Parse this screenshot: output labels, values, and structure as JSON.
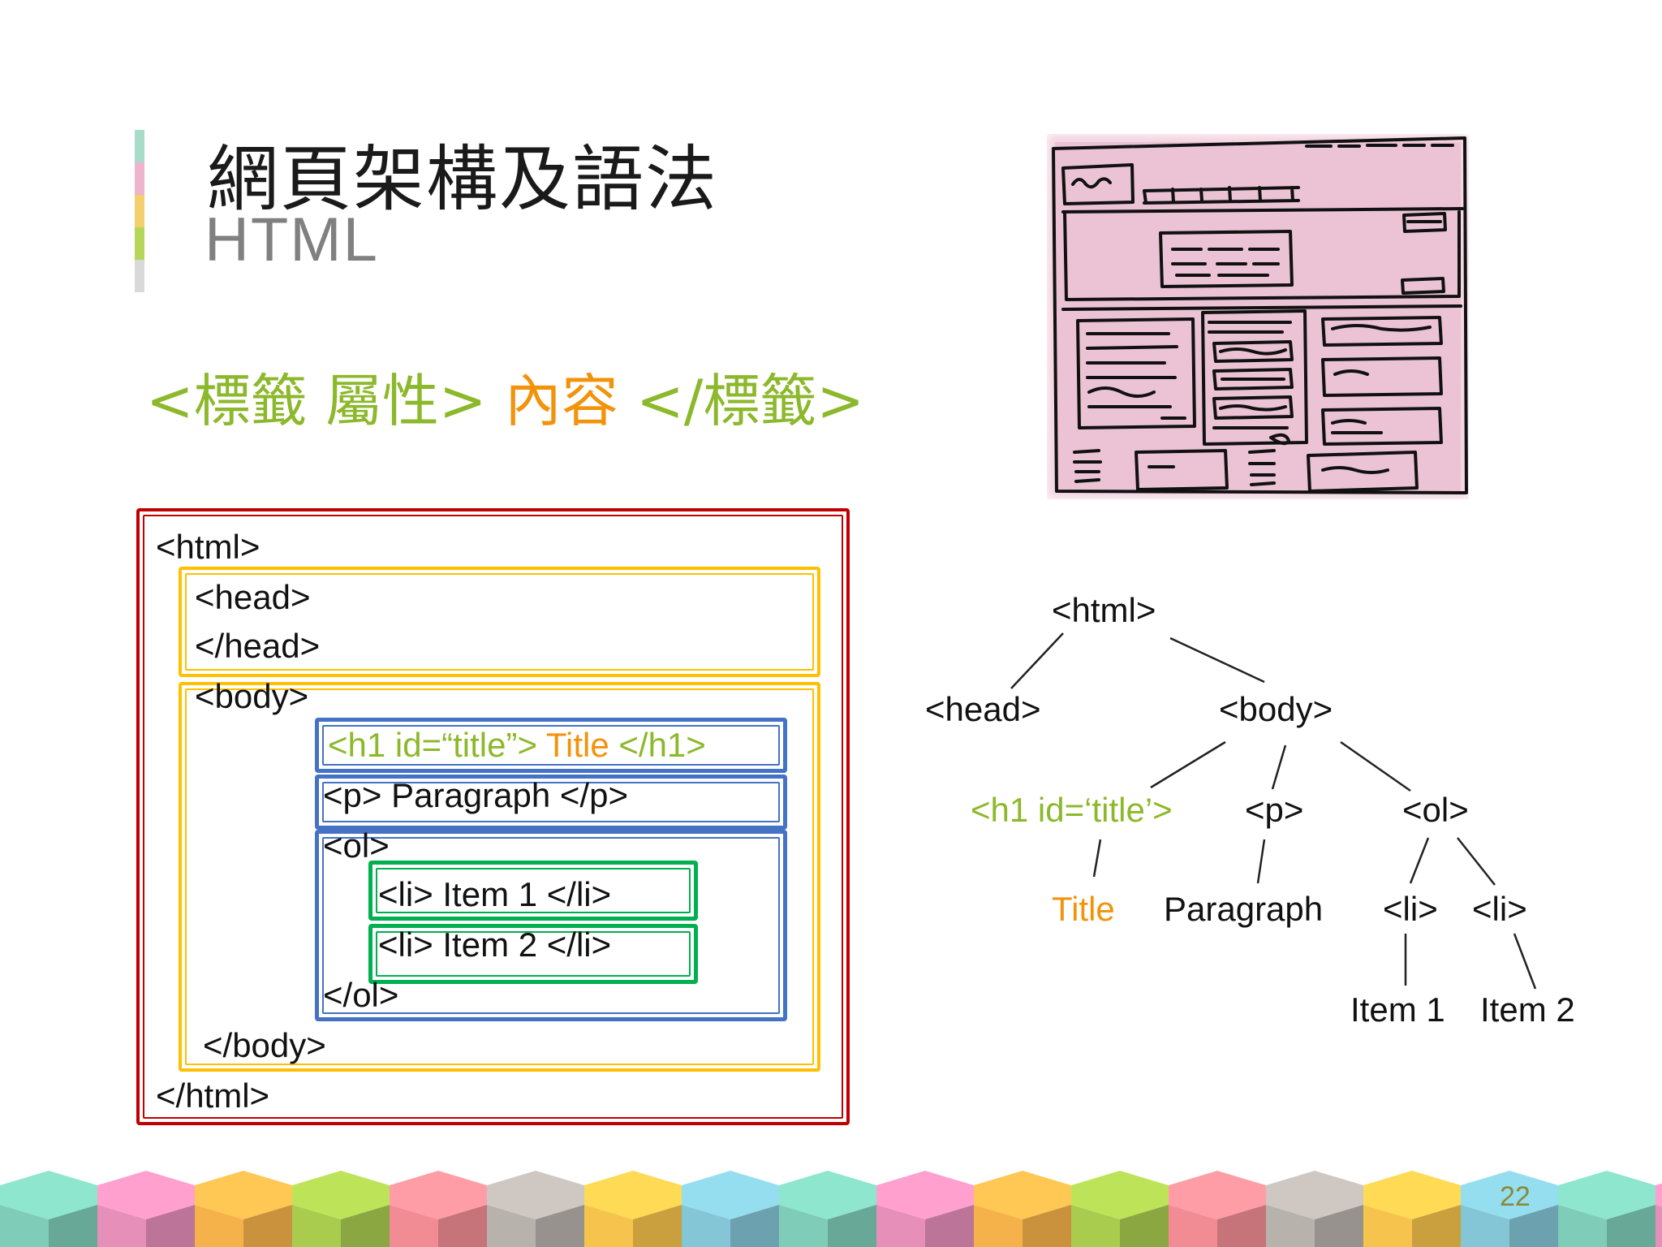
{
  "slide": {
    "title": "網頁架構及語法",
    "subtitle": "HTML",
    "page_number": "22",
    "accent_colors": [
      "#a8dcc9",
      "#eeb3cd",
      "#f4cf6f",
      "#b6d65a",
      "#d9d9d9"
    ]
  },
  "syntax": {
    "open": "<標籤 屬性>",
    "content": " 內容 ",
    "close": "</標籤>",
    "green": "#8cb82b",
    "orange": "#f2930b"
  },
  "code": {
    "html_open": "<html>",
    "head_open": "<head>",
    "head_close": "</head>",
    "body_open": "<body>",
    "h1_open": "<h1 id=“title”> ",
    "h1_text": "Title",
    "h1_close": " </h1>",
    "p_line": "<p> Paragraph </p>",
    "ol_open": "<ol>",
    "li_1": "<li> Item 1 </li>",
    "li_2": "<li> Item 2 </li>",
    "ol_close": "</ol>",
    "body_close": "</body>",
    "html_close": "</html>",
    "colors": {
      "html": "#c00000",
      "head_body": "#ffc000",
      "children": "#4472c4",
      "li": "#00b050"
    }
  },
  "tree": {
    "html": "<html>",
    "head": "<head>",
    "body": "<body>",
    "h1": "<h1 id=‘title’>",
    "p": "<p>",
    "ol": "<ol>",
    "title": "Title",
    "paragraph": "Paragraph",
    "li_a": "<li>",
    "li_b": "<li>",
    "item1": "Item 1",
    "item2": "Item 2"
  },
  "footer": {
    "cube_colors": [
      "#7fcdb8",
      "#e58fb9",
      "#f6b24a",
      "#a9cc4f",
      "#f28c94",
      "#b8b2ad",
      "#f6c34c",
      "#84c6d6"
    ]
  }
}
